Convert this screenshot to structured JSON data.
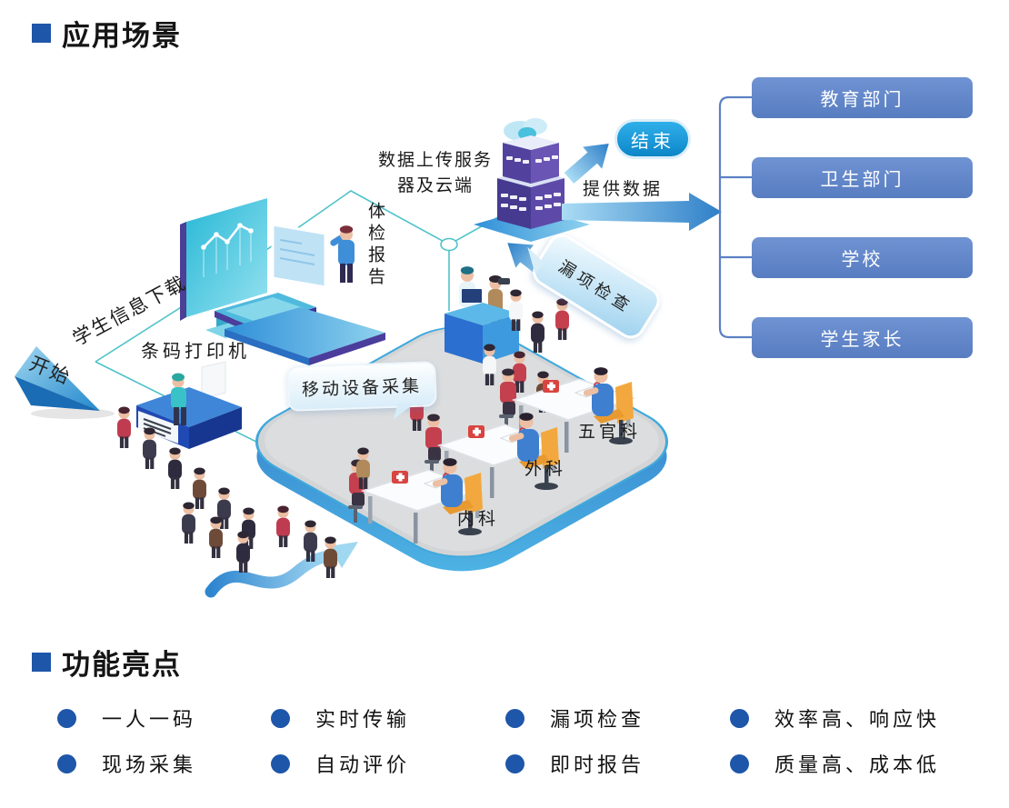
{
  "scenario_section": {
    "title": "应用场景",
    "labels": {
      "start": "开始",
      "student_info_download": "学生信息下载",
      "barcode_printer": "条码打印机",
      "exam_report": "体检报告",
      "upload_server_line1": "数据上传服务",
      "upload_server_line2": "器及云端",
      "end": "结束",
      "provide_data": "提供数据",
      "missing_item_check": "漏项检查",
      "mobile_device_collect": "移动设备采集",
      "dept_internal": "内科",
      "dept_surgery": "外科",
      "dept_ent": "五官科"
    },
    "receivers": [
      {
        "label": "教育部门"
      },
      {
        "label": "卫生部门"
      },
      {
        "label": "学校"
      },
      {
        "label": "学生家长"
      }
    ]
  },
  "features_section": {
    "title": "功能亮点",
    "columns": [
      {
        "items": [
          "一人一码",
          "现场采集"
        ]
      },
      {
        "items": [
          "实时传输",
          "自动评价"
        ]
      },
      {
        "items": [
          "漏项检查",
          "即时报告"
        ]
      },
      {
        "items": [
          "效率高、响应快",
          "质量高、成本低"
        ]
      }
    ]
  },
  "colors": {
    "section_bullet": "#1e56a9",
    "receiver_box": "#5b81c4",
    "end_badge": "#149ade",
    "flow_line_teal": "#4fc3c9",
    "platform_gray": "#d3d4d6",
    "platform_edge_blue": "#3fa9dc",
    "arrow_blue_dark": "#2e7fc8",
    "arrow_blue_light": "#aadcf4",
    "feature_bullet": "#1e56a9"
  }
}
